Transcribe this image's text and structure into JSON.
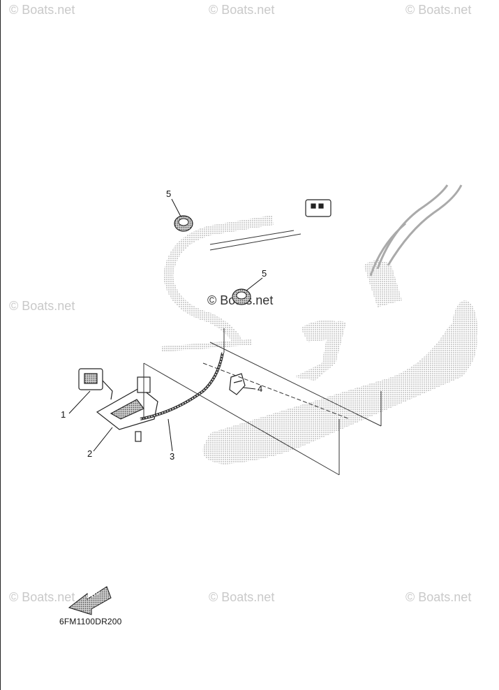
{
  "watermark": "© Boats.net",
  "callouts": [
    "1",
    "2",
    "3",
    "4",
    "5",
    "5"
  ],
  "diagram_code": "6FM1100DR200",
  "arrow_label": "FWD"
}
